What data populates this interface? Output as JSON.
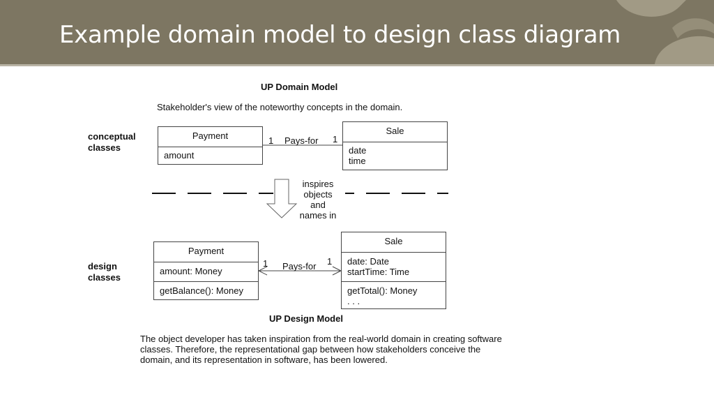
{
  "slide": {
    "title": "Example domain model to design class diagram"
  },
  "domain_model": {
    "heading": "UP Domain Model",
    "subtitle": "Stakeholder's view of the noteworthy concepts in the domain.",
    "side_label_line1": "conceptual",
    "side_label_line2": "classes",
    "payment": {
      "name": "Payment",
      "attributes": [
        "amount"
      ]
    },
    "sale": {
      "name": "Sale",
      "attributes": [
        "date",
        "time"
      ]
    },
    "association": {
      "label": "Pays-for",
      "left_multiplicity": "1",
      "right_multiplicity": "1"
    }
  },
  "inspires": {
    "lines": [
      "inspires",
      "objects",
      "and",
      "names in"
    ]
  },
  "design_model": {
    "heading": "UP Design Model",
    "side_label_line1": "design",
    "side_label_line2": "classes",
    "payment": {
      "name": "Payment",
      "attributes": [
        "amount: Money"
      ],
      "operations": [
        "getBalance(): Money"
      ]
    },
    "sale": {
      "name": "Sale",
      "attributes": [
        "date: Date",
        "startTime: Time"
      ],
      "operations": [
        "getTotal(): Money",
        ". . ."
      ]
    },
    "association": {
      "label": "Pays-for",
      "left_multiplicity": "1",
      "right_multiplicity": "1"
    }
  },
  "note": {
    "text": "The object developer has taken inspiration from the real-world domain in creating software classes.  Therefore, the representational gap between how stakeholders conceive the domain, and its representation in software, has been lowered."
  }
}
